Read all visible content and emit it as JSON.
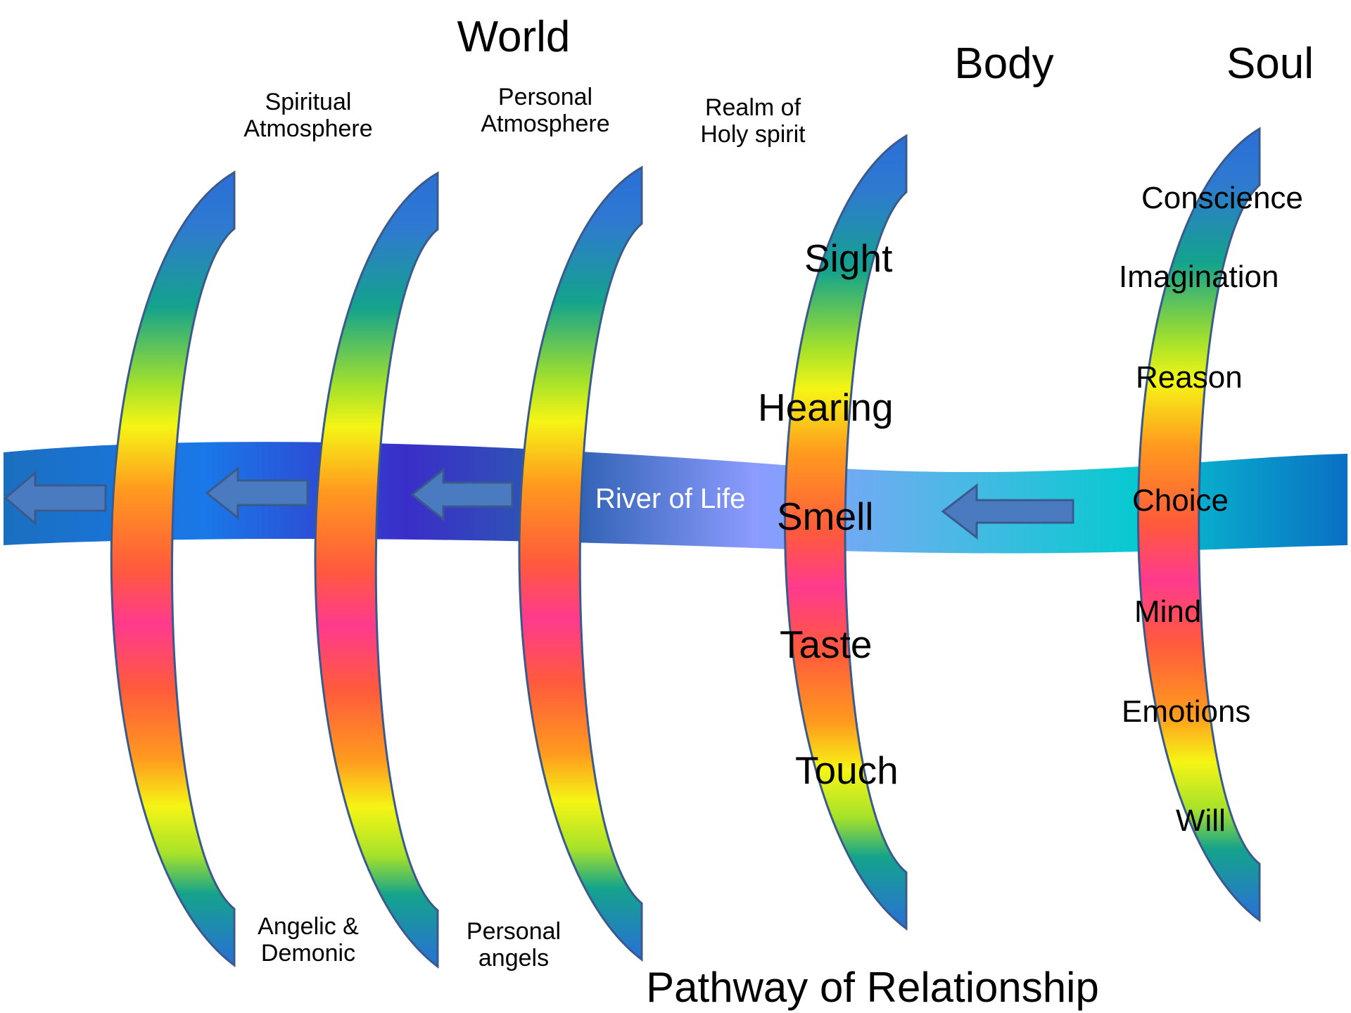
{
  "headings": {
    "world": "World",
    "body": "Body",
    "soul": "Soul"
  },
  "realms_top": {
    "spiritual_line1": "Spiritual",
    "spiritual_line2": "Atmosphere",
    "personal_line1": "Personal",
    "personal_line2": "Atmosphere",
    "holy_line1": "Realm of",
    "holy_line2": "Holy spirit"
  },
  "realms_bottom": {
    "angelic_line1": "Angelic &",
    "angelic_line2": "Demonic",
    "personal_angels_line1": "Personal",
    "personal_angels_line2": "angels"
  },
  "body_senses": [
    "Sight",
    "Hearing",
    "Smell",
    "Taste",
    "Touch"
  ],
  "soul_faculties": [
    "Conscience",
    "Imagination",
    "Reason",
    "Choice",
    "Mind",
    "Emotions",
    "Will"
  ],
  "river_label": "River of Life",
  "footer": "Pathway of Relationship",
  "colors": {
    "arc_gradient": [
      "#2f6fd6",
      "#14a38c",
      "#f3f314",
      "#ff9a1e",
      "#ff5a3c",
      "#ff3a8e"
    ],
    "arc_outline": "#3a5a8c",
    "river_gradient": [
      "#1b6fc0",
      "#1a78e8",
      "#3a2ec8",
      "#2c5fb0",
      "#8c9cff",
      "#5ab4ea",
      "#08c9d0",
      "#0a6fc4"
    ],
    "arrow_fill": "#4a7bc0"
  }
}
